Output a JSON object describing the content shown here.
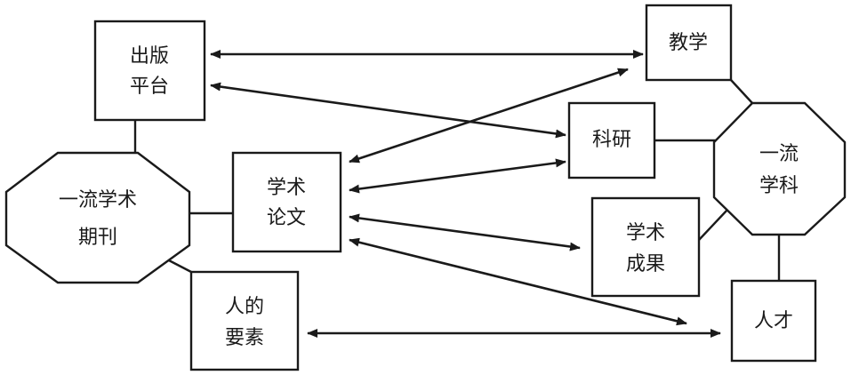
{
  "nodes": {
    "publishing_platform": {
      "lines": [
        "出版",
        "平台"
      ]
    },
    "teaching": {
      "lines": [
        "教学"
      ]
    },
    "research": {
      "lines": [
        "科研"
      ]
    },
    "first_class_journal": {
      "lines": [
        "一流学术",
        "期刊"
      ]
    },
    "academic_papers": {
      "lines": [
        "学术",
        "论文"
      ]
    },
    "first_class_discipline": {
      "lines": [
        "一流",
        "学科"
      ]
    },
    "academic_achievements": {
      "lines": [
        "学术",
        "成果"
      ]
    },
    "human_factors": {
      "lines": [
        "人的",
        "要素"
      ]
    },
    "talent": {
      "lines": [
        "人才"
      ]
    }
  },
  "connections": [
    {
      "from": "publishing_platform",
      "to": "teaching",
      "type": "bidirectional-arrow"
    },
    {
      "from": "publishing_platform",
      "to": "research",
      "type": "bidirectional-arrow"
    },
    {
      "from": "academic_papers",
      "to": "teaching",
      "type": "bidirectional-arrow"
    },
    {
      "from": "academic_papers",
      "to": "research",
      "type": "bidirectional-arrow"
    },
    {
      "from": "academic_papers",
      "to": "academic_achievements",
      "type": "bidirectional-arrow"
    },
    {
      "from": "academic_papers",
      "to": "talent",
      "type": "bidirectional-arrow"
    },
    {
      "from": "human_factors",
      "to": "talent",
      "type": "bidirectional-arrow"
    },
    {
      "from": "publishing_platform",
      "to": "first_class_journal",
      "type": "line"
    },
    {
      "from": "first_class_journal",
      "to": "academic_papers",
      "type": "line"
    },
    {
      "from": "first_class_journal",
      "to": "human_factors",
      "type": "line"
    },
    {
      "from": "teaching",
      "to": "first_class_discipline",
      "type": "line"
    },
    {
      "from": "research",
      "to": "first_class_discipline",
      "type": "line"
    },
    {
      "from": "academic_achievements",
      "to": "first_class_discipline",
      "type": "line"
    },
    {
      "from": "first_class_discipline",
      "to": "talent",
      "type": "line"
    }
  ]
}
